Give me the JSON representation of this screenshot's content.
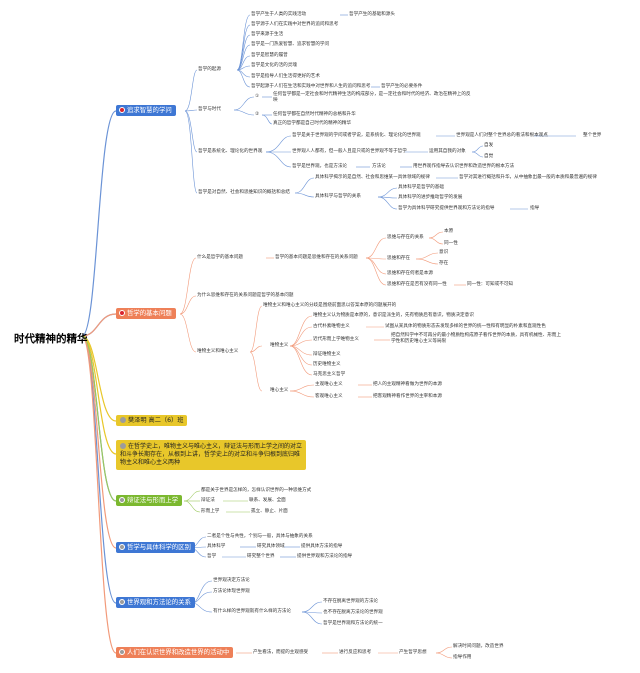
{
  "root": "时代精神的精华",
  "colors": {
    "blue": "#3e77d4",
    "orange": "#ee8058",
    "yellow": "#e8c72a",
    "green": "#7bb82f",
    "line_blue": "#6b93d6",
    "line_orange": "#f29a7a",
    "line_green": "#9bc85d"
  },
  "branch1": {
    "label": "追求智慧的学问",
    "origin": {
      "label": "哲学的起源",
      "items": [
        "哲学产生于人类的实践活动",
        "哲学产生的基础和源头",
        "哲学源于人们在实践中对世界的追问和思考",
        "哲学来源于生活",
        "哲学是一门热爱智慧、追求智慧的学问",
        "哲学是智慧的履曾",
        "哲学是文化的活的灵魂",
        "哲学是指导人们生活得更好的艺术",
        "哲学起源于人们在生活和实践中对世界和人生的追问和思考",
        "哲学产生的必要条件"
      ]
    },
    "time": {
      "label": "哲学与时代",
      "a": "①",
      "a_text": "任何哲学都是一定社会和时代精神生活的构成部分，是一定社会和时代的经济、政治在精神上的反映",
      "b": "②",
      "b_text1": "任何哲学都在自然时代精神的总格和升华",
      "b_text2": "真正的哲学都是自己时代的精神的精华"
    },
    "theory": {
      "label": "哲学是系统化、理论化的世界观",
      "r1": "哲学是关于世界观的学问或者学说，是系统化、理论化的世界观",
      "r1b": "世界观是人们对整个世界总的看法和根本观点",
      "r1c": "整个世界",
      "r2": "世界观人人都有，但一般人且是只或的世界观不等于哲学",
      "r2b": "运用其自我的对象",
      "r2c1": "自发",
      "r2c2": "自觉",
      "r3": "哲学是世界观，也是方法论",
      "r3b": "方法论",
      "r3c": "用世界观作指导去认识世界和改造世界的根本方法"
    },
    "science": {
      "label": "哲学是对自然、社会和思维知识的概括和总结",
      "s1": "具体科学揭示的是自然、社会和思维某一具体领域的规律",
      "s1b": "哲学对其进行概括和升华，从中抽象出最一般的本质和最普遍的规律",
      "s2": "具体科学与哲学的关系",
      "s2a": "具体科学是哲学的基础",
      "s2b": "具体科学的进步推动哲学的发展",
      "s2c": "哲学为具体科学研究提供世界观和方法论的指导",
      "s2d": "指导"
    }
  },
  "branch2": {
    "label": "哲学的基本问题",
    "q": {
      "label": "什么是哲学的基本问题",
      "sub": "哲学的基本问题是思维和存在的关系问题",
      "a": "思维与存在的关系",
      "a1": "本原",
      "a2": "同一性",
      "b": "思维和存在",
      "b1": "意识",
      "b2": "存在",
      "c": "思维和存在何者是本源",
      "d": "思维和存在是否有没有同一性",
      "d1": "同一性：可知或不可知"
    },
    "why": "为什么思维和存在的关系问题是哲学的基本问题",
    "two": {
      "label": "唯物主义和唯心主义",
      "top": "唯物主义和唯心主义的分歧是围绕前面思以答案本原的问题展开的",
      "mat": "唯物主义",
      "m1": "唯物主义认为物质是本原的，意识是派生的，先有物质后有意识，物质决定意识",
      "m2": "古代朴素唯物主义",
      "m2b": "试图从某具体的物质形态去发现多样的世界的统一性和有明显的朴素和直观性色",
      "m3": "近代形而上学唯物主义",
      "m3b": "把自然科学中不可再分的最小物质粒构成原子看作世界的本质，具有机械性、形而上学性和历史唯心主义等局限",
      "m4": "辩证唯物主义",
      "m5": "历史唯物主义",
      "m6": "马克思主义哲学",
      "ide": "唯心主义",
      "i1": "主观唯心主义",
      "i1b": "把人的主观精神看做为世界的本源",
      "i2": "客观唯心主义",
      "i2b": "把客观精神看作世界的主宰和本源"
    }
  },
  "branch3": "樊泽明 高二（6）班",
  "branch4": "在哲学史上，唯物主义与唯心主义，辩证法与形而上学之间的对立和斗争长期存在，从根到上讲，哲学史上的对立和斗争归根到底归唯物主义和唯心主义两种",
  "branch5": {
    "label": "辩证法与形而上学",
    "top": "都是关于世界是怎样的，怎样认识世界的一种思维方式",
    "a": "辩证法",
    "a1": "联系、发展、全面",
    "b": "形而上学",
    "b1": "孤立、静止、片面"
  },
  "branch6": {
    "label": "哲学与具体科学的区别",
    "top": "二者是个性与共性，个别与一般，具体与抽象的关系",
    "a": "具体科学",
    "a1": "研究具体领域",
    "a2": "提供具体方法的指导",
    "b": "哲学",
    "b1": "研究整个世界",
    "b2": "提供世界观和方法论的指导"
  },
  "branch7": {
    "label": "世界观和方法论的关系",
    "a": "世界观决定方法论",
    "b": "方法论体现世界观",
    "c": "有什么样的世界观就有什么样的方法论",
    "c1": "不存在脱离世界观的方法论",
    "c2": "也不存在脱离方法论的世界观",
    "c3": "哲学是世界观和方法论的统一"
  },
  "branch8": {
    "label": "人们在认识世界和改造世界的活动中",
    "a": "产生看法，而提的主观感受",
    "b": "进行反应和思考",
    "c": "产生哲学思想",
    "c1": "解决时间问题，改造世界",
    "c2": "指导作用"
  }
}
